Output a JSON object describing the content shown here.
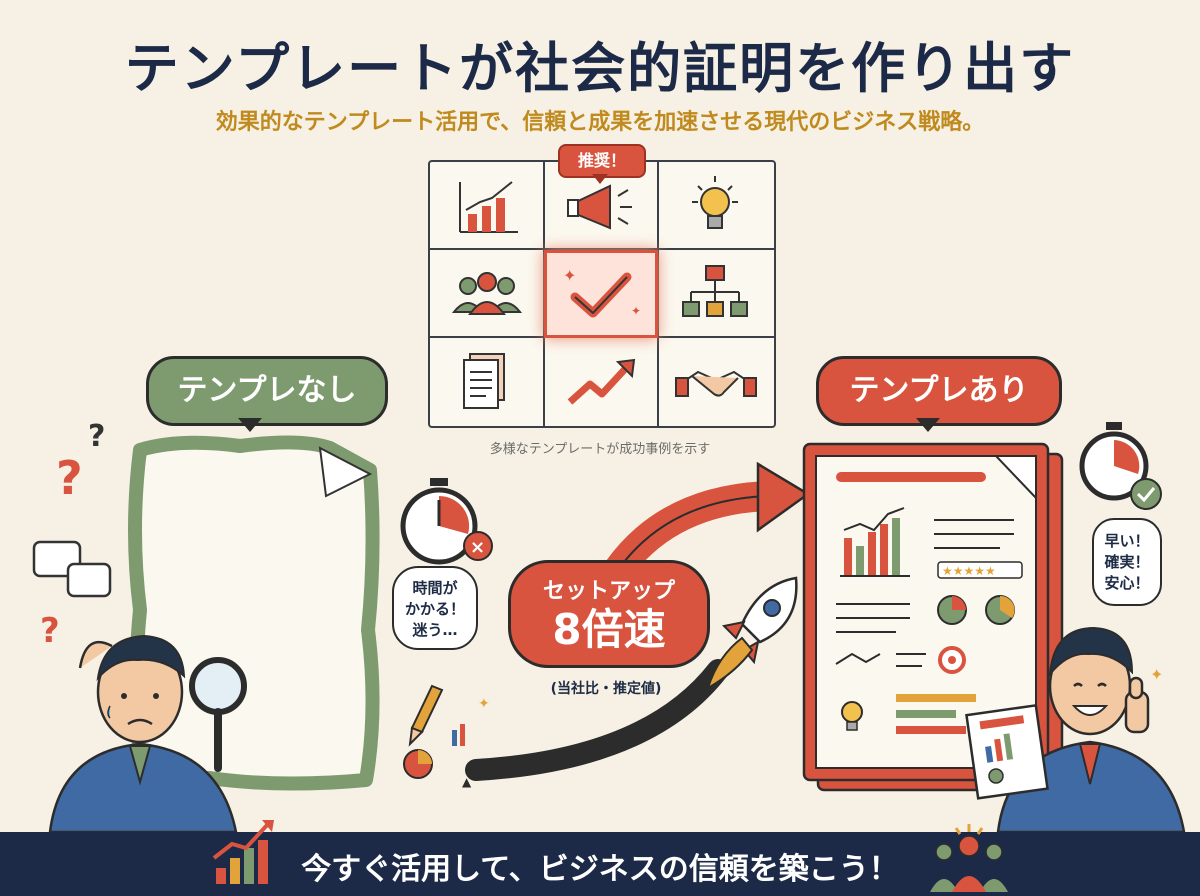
{
  "title": "テンプレートが社会的証明を作り出す",
  "subtitle": "効果的なテンプレート活用で、信頼と成果を加速させる現代のビジネス戦略。",
  "grid": {
    "badge": "推奨！",
    "caption": "多様なテンプレートが成功事例を示す",
    "icons": [
      "bar-chart-icon",
      "megaphone-icon",
      "lightbulb-icon",
      "team-icon",
      "checkmark-icon",
      "org-chart-icon",
      "document-icon",
      "trend-arrow-icon",
      "handshake-icon"
    ]
  },
  "left": {
    "label": "テンプレなし",
    "bubble_lines": [
      "時間が",
      "かかる！",
      "迷う…"
    ]
  },
  "center": {
    "setup_label": "セットアップ",
    "setup_value": "8倍速",
    "setup_note": "(当社比・推定値)"
  },
  "right": {
    "label": "テンプレあり",
    "bubble_lines": [
      "早い！",
      "確実！",
      "安心！"
    ],
    "rating_stars": 5
  },
  "footer": {
    "cta": "今すぐ活用して、ビジネスの信頼を築こう！"
  },
  "colors": {
    "navy": "#1c2a47",
    "red": "#d9543f",
    "green": "#7e9a6f",
    "gold": "#c08a1e",
    "background": "#f6f1e4"
  }
}
